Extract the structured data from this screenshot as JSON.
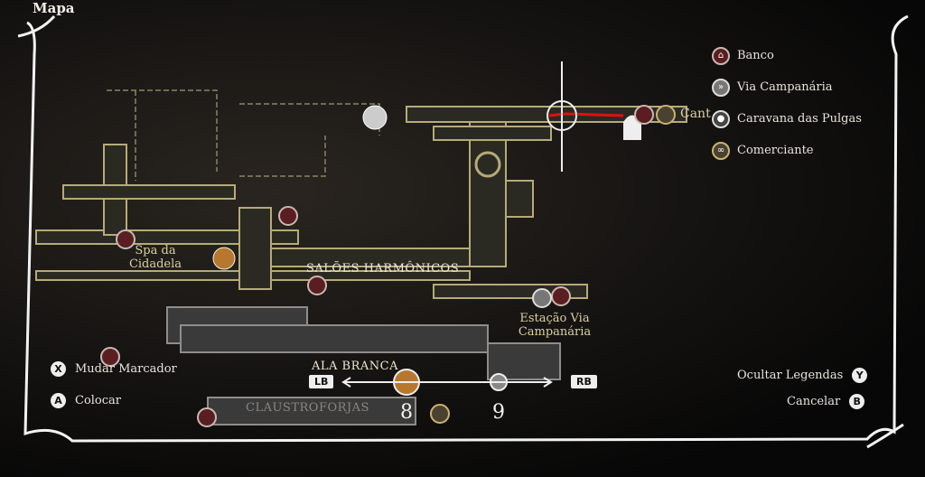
{
  "title": "Mapa",
  "legend": [
    {
      "label": "Banco",
      "icon": "bench-icon"
    },
    {
      "label": "Via Campanária",
      "icon": "bellway-icon"
    },
    {
      "label": "Caravana das Pulgas",
      "icon": "flea-caravan-icon"
    },
    {
      "label": "Comerciante",
      "icon": "merchant-icon"
    }
  ],
  "areas": {
    "salons": "SALÕES HARMÔNICOS",
    "whiteward": "ALA BRANCA",
    "claustro": "CLAUSTROFORJAS"
  },
  "places": {
    "spa": "Spa da Cidadela",
    "station": "Estação Via Campanária",
    "cant": "Cant"
  },
  "controls": {
    "change_marker": {
      "button": "X",
      "label": "Mudar Marcador"
    },
    "place": {
      "button": "A",
      "label": "Colocar"
    },
    "hide_legends": {
      "button": "Y",
      "label": "Ocultar Legendas"
    },
    "cancel": {
      "button": "B",
      "label": "Cancelar"
    }
  },
  "marker_selector": {
    "prev": "LB",
    "next": "RB",
    "left_count": "8",
    "right_count": "9"
  },
  "colors": {
    "map_line": "#b5ab78",
    "drawn_path": "#e01010",
    "frame": "#f2f2f2"
  }
}
